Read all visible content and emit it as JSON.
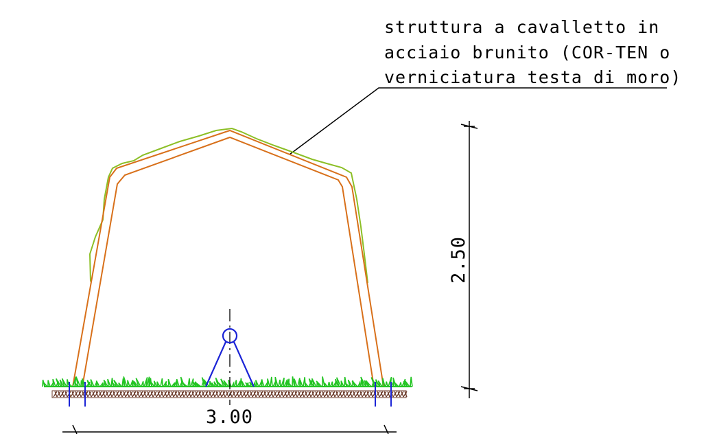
{
  "annotation": {
    "lines": [
      "struttura a cavalletto in",
      "acciaio brunito (COR-TEN o",
      "verniciatura testa di moro)"
    ]
  },
  "dimensions": {
    "height_label": "2.50",
    "width_label": "3.00"
  },
  "colors": {
    "frame": "#d8701a",
    "vegetation": "#8cbf26",
    "grass": "#22c422",
    "blue": "#1b24d6",
    "soil": "#6b3a2a",
    "line": "#000000"
  }
}
